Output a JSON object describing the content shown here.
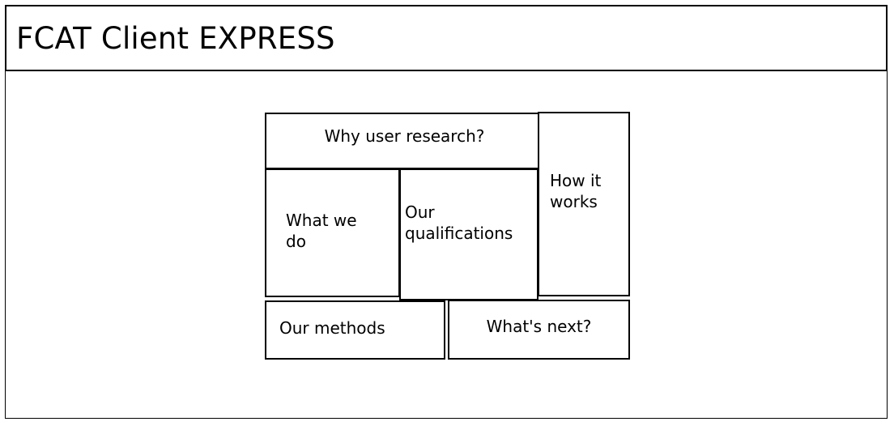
{
  "document": {
    "title": "FCAT Client EXPRESS"
  },
  "diagram": {
    "type": "block-layout",
    "nodes": [
      {
        "id": "why",
        "label": "Why user research?"
      },
      {
        "id": "how",
        "label": "How it\nworks"
      },
      {
        "id": "whatwedo",
        "label": "What we\ndo"
      },
      {
        "id": "qualifications",
        "label": "Our\nqualifications"
      },
      {
        "id": "methods",
        "label": "Our methods"
      },
      {
        "id": "next",
        "label": "What's next?"
      }
    ]
  },
  "colors": {
    "stroke": "#000000",
    "background": "#ffffff",
    "text": "#000000"
  }
}
